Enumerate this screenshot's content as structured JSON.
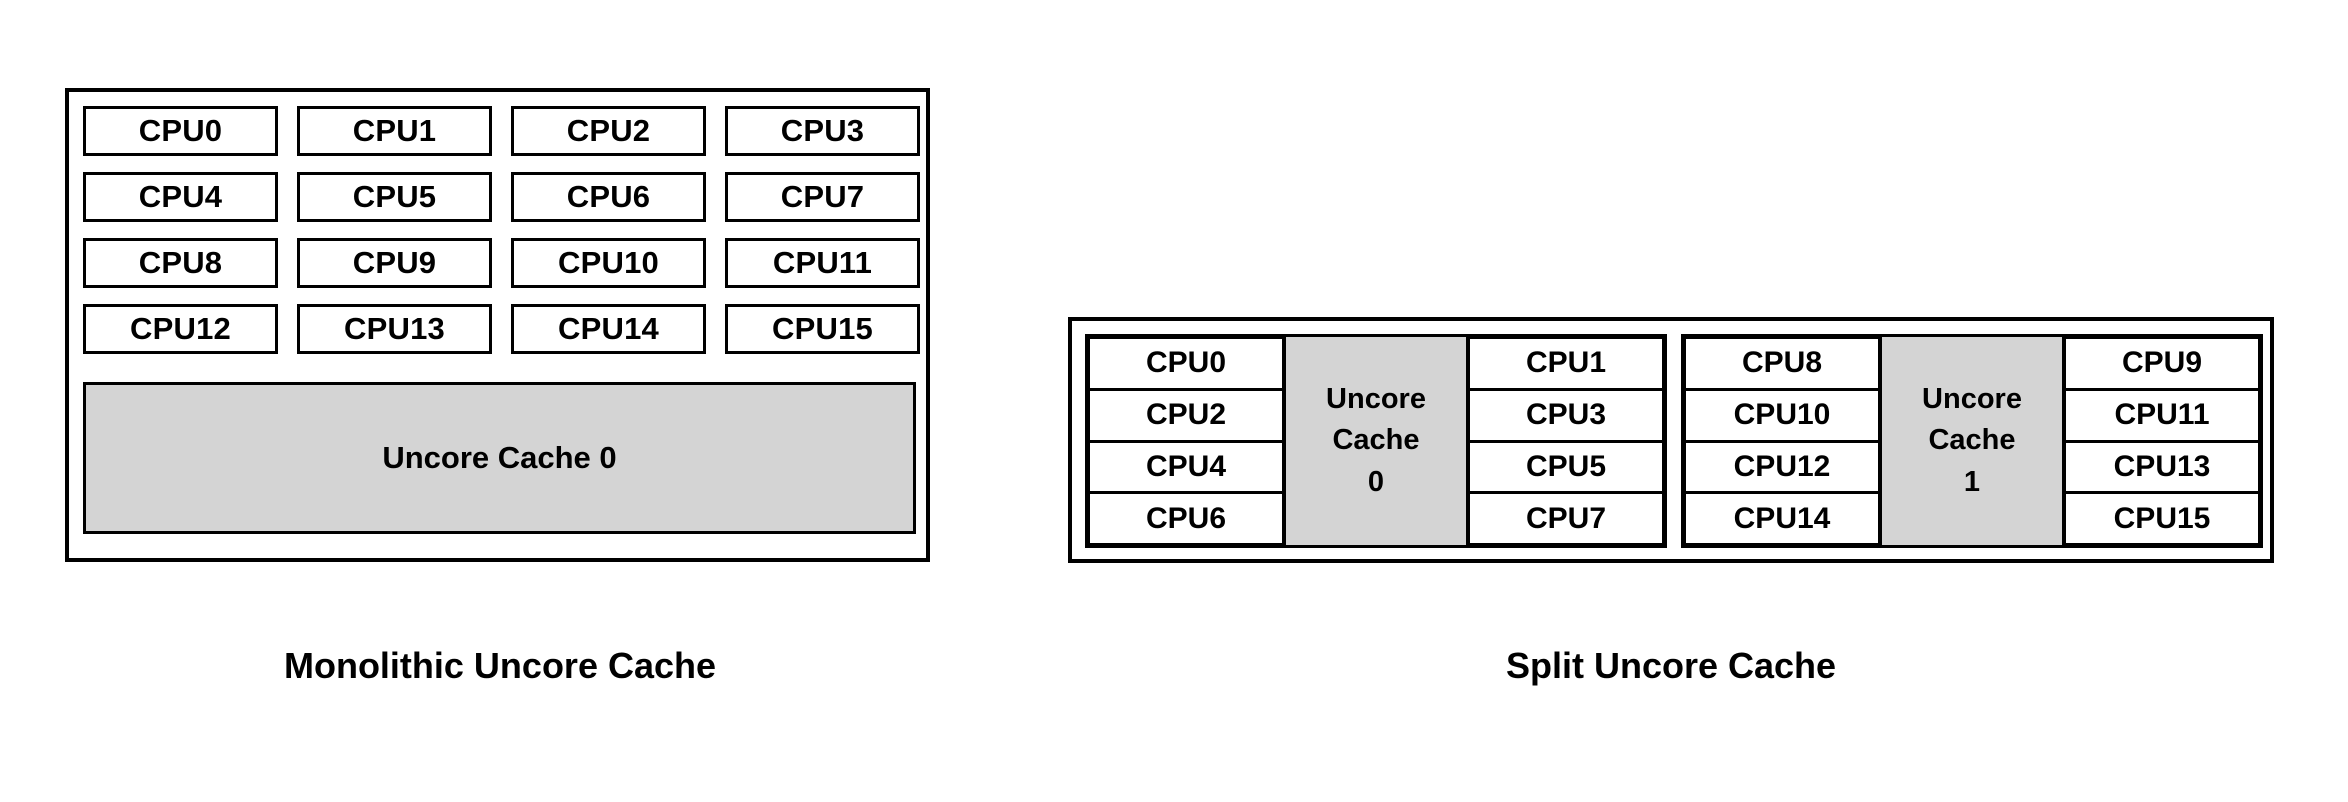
{
  "figure": {
    "title_implicit": "Uncore cache topology comparison",
    "colors": {
      "cache_fill": "#d4d4d4",
      "box_fill": "#ffffff",
      "stroke": "#000000",
      "text": "#000000"
    }
  },
  "monolithic": {
    "caption": "Monolithic Uncore Cache",
    "cpu_rows": [
      [
        "CPU0",
        "CPU1",
        "CPU2",
        "CPU3"
      ],
      [
        "CPU4",
        "CPU5",
        "CPU6",
        "CPU7"
      ],
      [
        "CPU8",
        "CPU9",
        "CPU10",
        "CPU11"
      ],
      [
        "CPU12",
        "CPU13",
        "CPU14",
        "CPU15"
      ]
    ],
    "cache_label": "Uncore Cache 0"
  },
  "split": {
    "caption": "Split Uncore Cache",
    "groups": [
      {
        "left_column": [
          "CPU0",
          "CPU2",
          "CPU4",
          "CPU6"
        ],
        "cache_lines": [
          "Uncore",
          "Cache",
          "0"
        ],
        "right_column": [
          "CPU1",
          "CPU3",
          "CPU5",
          "CPU7"
        ]
      },
      {
        "left_column": [
          "CPU8",
          "CPU10",
          "CPU12",
          "CPU14"
        ],
        "cache_lines": [
          "Uncore",
          "Cache",
          "1"
        ],
        "right_column": [
          "CPU9",
          "CPU11",
          "CPU13",
          "CPU15"
        ]
      }
    ]
  }
}
